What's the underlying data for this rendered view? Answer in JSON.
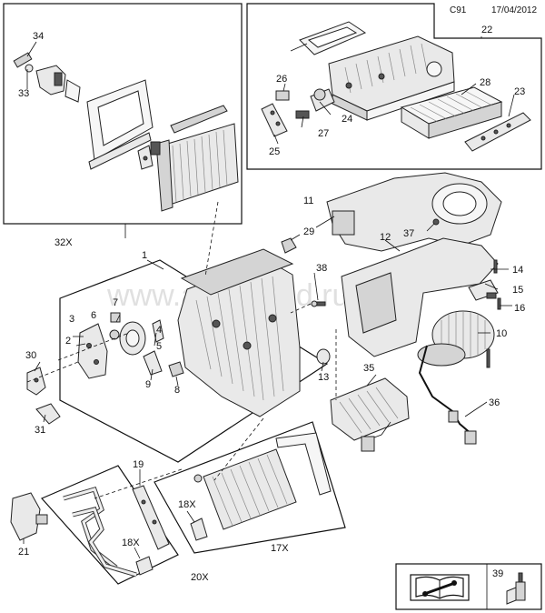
{
  "header": {
    "page_code": "C91",
    "date": "17/04/2012"
  },
  "watermark": "www.autoskled.ru",
  "callouts": {
    "c1": "1",
    "c3": "3",
    "c2": "2",
    "c4": "4",
    "c5": "5",
    "c6": "6",
    "c7": "7",
    "c8": "8",
    "c9": "9",
    "c10": "10",
    "c11": "11",
    "c12": "12",
    "c13": "13",
    "c14": "14",
    "c15": "15",
    "c16": "16",
    "c17x": "17X",
    "c18x_a": "18X",
    "c18x_b": "18X",
    "c19": "19",
    "c20x": "20X",
    "c21": "21",
    "c22": "22",
    "c23": "23",
    "c24": "24",
    "c25": "25",
    "c26": "26",
    "c27": "27",
    "c28": "28",
    "c29": "29",
    "c30": "30",
    "c31": "31",
    "c32x": "32X",
    "c33": "33",
    "c34": "34",
    "c35": "35",
    "c36": "36",
    "c37": "37",
    "c38": "38",
    "c39": "39"
  },
  "icons": {
    "manual": "manual-book-icon",
    "lubricant": "lubricant-applicator-icon"
  }
}
